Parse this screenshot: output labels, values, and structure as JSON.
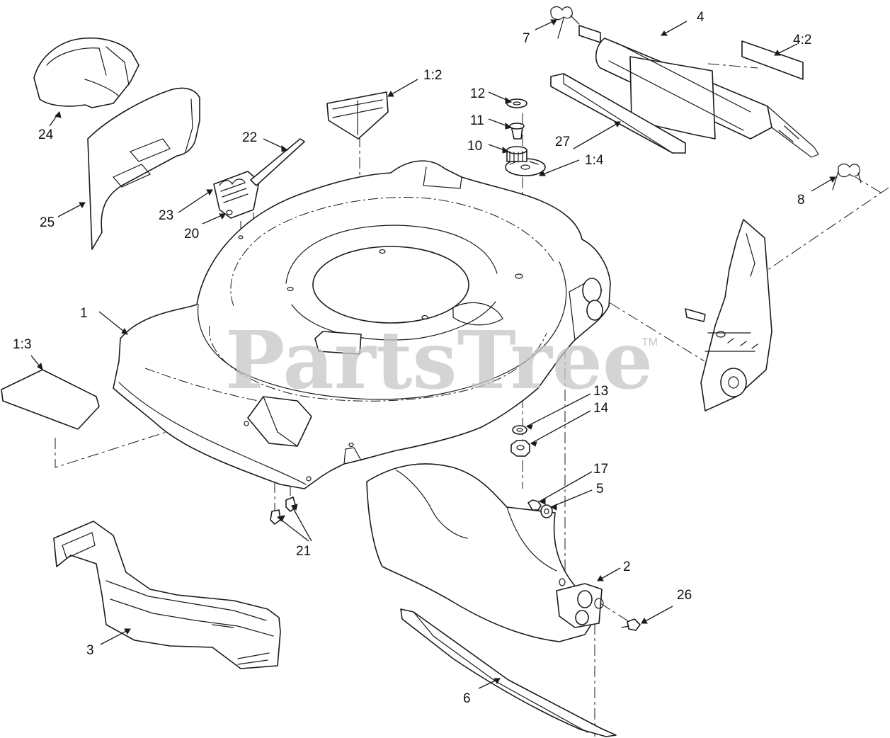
{
  "watermark": {
    "text": "PartsTree",
    "trademark": "TM"
  },
  "callouts": {
    "c1": "1",
    "c1_2": "1:2",
    "c1_3": "1:3",
    "c1_4": "1:4",
    "c2": "2",
    "c3": "3",
    "c4": "4",
    "c4_2": "4:2",
    "c5": "5",
    "c6": "6",
    "c7": "7",
    "c8": "8",
    "c10": "10",
    "c11": "11",
    "c12": "12",
    "c13": "13",
    "c14": "14",
    "c17": "17",
    "c20": "20",
    "c21": "21",
    "c22": "22",
    "c23": "23",
    "c24": "24",
    "c25": "25",
    "c26": "26",
    "c27": "27"
  }
}
